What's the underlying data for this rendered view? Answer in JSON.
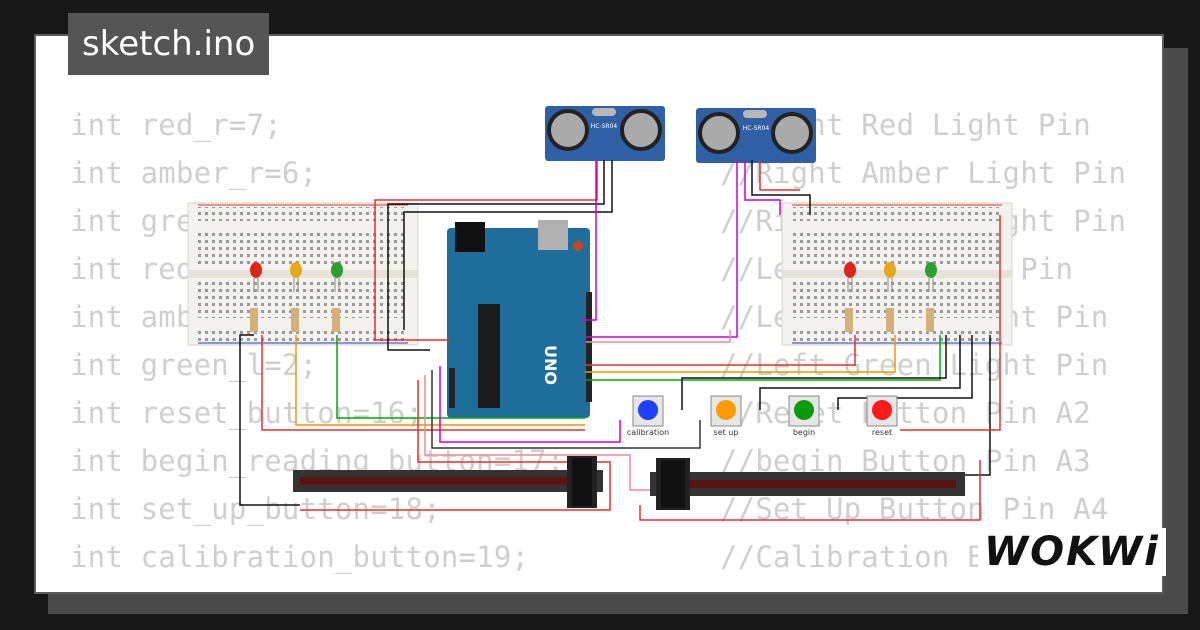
{
  "title_tab": "sketch.ino",
  "code_left": [
    "int red_r=7;",
    "int amber_r=6;",
    "int green_r=5;",
    "int red_l=4;",
    "int amber_l=3;",
    "int green_l=2;",
    "int reset_button=16;",
    "int begin_reading_button=17;",
    "int set_up_button=18;",
    "int calibration_button=19;"
  ],
  "code_right": [
    "//Right Red Light Pin",
    "//Right Amber Light Pin",
    "//Right Green Light Pin",
    "//Left Red Light Pin",
    "//Left Amber Light Pin",
    "//Left Green Light Pin",
    "//Reset Button Pin A2",
    "//begin Button Pin A3",
    "//Set Up Button Pin A4",
    "//Calibration Button Pin A5"
  ],
  "sensor_left_label": "HC-SR04",
  "sensor_right_label": "HC-SR04",
  "board_label": "UNO",
  "buttons": [
    {
      "label": "calibration",
      "color": "#1f3fff"
    },
    {
      "label": "set up",
      "color": "#ff9d00"
    },
    {
      "label": "begin",
      "color": "#0a9a0a"
    },
    {
      "label": "reset",
      "color": "#ff1a1a"
    }
  ],
  "leds": [
    "#e0241b",
    "#e8a81c",
    "#2e9e2e"
  ],
  "logo": "WOKWi"
}
